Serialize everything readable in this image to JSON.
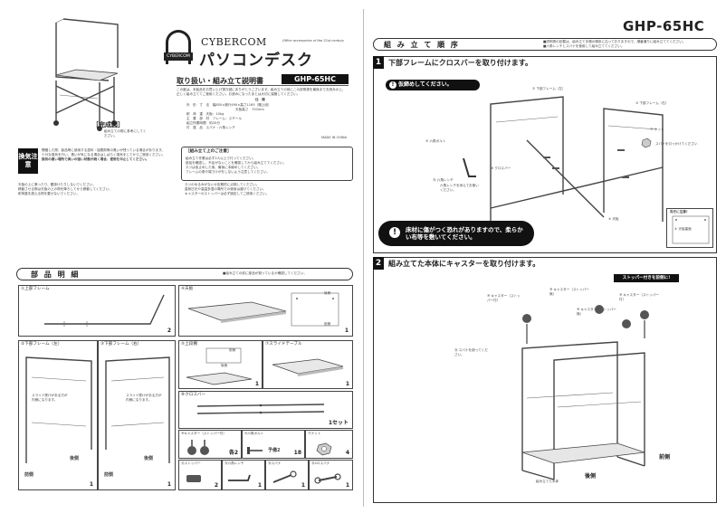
{
  "left": {
    "brand": "CYBERCOM",
    "brand_tag": "Office accessories of the 21st century",
    "logo_text": "CYBERCOM",
    "title": "パソコンデスク",
    "subtitle": "取り扱い・組み立て説明書",
    "model": "GHP-65HC",
    "intro_lines": [
      "この度は、本製品をお買い上げ頂き誠にありがとうございます。組み立ての前にこの説明書を最後までお読みの上、",
      "正しく組み立ててご使用ください。お読みになったあとは大切に保管してください。"
    ],
    "spec_heading": "仕　様",
    "spec_rows": [
      "外　形　寸　法　幅650×奥行490×高さ1165（棚上段）",
      "天板高さ　720mm",
      "耐　荷　重　天板：10kg",
      "主　要　部　材　フレーム：スチール",
      "組立所要時間　約20分",
      "付　属　品　スパナ・六角レンチ"
    ],
    "made_in": "MADE IN CHINA",
    "completed_label": "［完成図］",
    "completed_note": "組み立ての際に参考にしてください。",
    "warn_badge": "換気注意",
    "warn_lines": [
      "開梱した際、製品等に使用する塗料・接着剤等の臭いが残っている場合があります。",
      "十分な換気を行い、臭いが気になる場合はしばらく換気をしてからご使用ください。",
      "換気の悪い場所で臭いの強い状態が続く場合、使用を中止してください。"
    ],
    "notice_heading": "［組み立て上のご注意］",
    "notice_items": [
      "組み立て作業は必ず2人以上で行ってください。",
      "部品を確認し、不足がないことを確認してから組み立ててください。",
      "ネジは仮止めした後、最後に本締めしてください。",
      "フレームの角や端でけがをしないよう注意してください。"
    ],
    "caution_items": [
      "天板の上に乗ったり、腰掛けたりしないでください。",
      "移動させる際は天板の上の物を降ろしてから移動してください。",
      "耐荷重を超える物を載せないでください。",
      "ネジのゆるみがないか定期的に点検してください。",
      "直射日光や高温多湿の場所での使用は避けてください。",
      "キャスターのストッパーは必ず固定してご使用ください。"
    ],
    "parts_heading": "部 品 明 細",
    "parts_note": "■組み立ての前に部品が揃っているか確認してください。"
  },
  "parts": {
    "p1": {
      "no": "①",
      "label": "上部フレーム",
      "count": "2"
    },
    "p2": {
      "no": "②",
      "label": "下部フレーム（左）",
      "count": "1",
      "note": "スライド受けがある方が内側になります。",
      "front": "前側",
      "back": "後側"
    },
    "p3": {
      "no": "③",
      "label": "下部フレーム（右）",
      "count": "1",
      "note": "スライド受けがある方が内側になります。",
      "front": "前側",
      "back": "後側"
    },
    "p4": {
      "no": "④",
      "label": "天板",
      "count": "1",
      "front": "前側",
      "back": "後側"
    },
    "p5": {
      "no": "⑤",
      "label": "上段棚",
      "count": "1",
      "front": "前側",
      "back": "後側"
    },
    "p7": {
      "no": "⑦",
      "label": "スライドテーブル",
      "count": "1"
    },
    "p8": {
      "no": "⑧",
      "label": "クロスバー",
      "count": "1セット"
    },
    "p9": {
      "no": "⑨",
      "label": "キャスター（ストッパー付）",
      "count": "各2"
    },
    "p10": {
      "no": "⑩",
      "label": "六角ボルト",
      "spare": "予備2",
      "count": "18"
    },
    "p11": {
      "no": "⑪",
      "label": "ナット",
      "count": "4"
    },
    "p12": {
      "no": "⑫",
      "label": "ストッパー",
      "count": "2"
    },
    "p13": {
      "no": "⑬",
      "label": "六角レンチ",
      "count": "1"
    },
    "p14": {
      "no": "⑭",
      "label": "スパナ",
      "count": "1"
    },
    "p15": {
      "no": "⑮",
      "label": "2ロスパナ",
      "count": "1"
    }
  },
  "right": {
    "model": "GHP-65HC",
    "heading": "組 み 立 て 順 序",
    "heading_notes": [
      "■説明書の記載は、組み立て手順の順序に沿っておりますので、順番通りに組み立ててください。",
      "■六角レンチとスパナを使用して組み立ててください。"
    ],
    "step1_no": "1",
    "step1_title": "下部フレームにクロスバーを取り付けます。",
    "step1_tip": "仮締めしてください。",
    "step1_callouts": {
      "left_frame": "② 下部フレーム（左）",
      "right_frame": "③ 下部フレーム（右）",
      "crossbar": "⑧ クロスバー",
      "nut": "⑪ ナット",
      "nut_note": "スパナを引っかけてください",
      "bolt": "⑩ 六角ボルト",
      "wrench": "⑬ 六角レンチ",
      "wrench_note": "六角レンチを添えてお使いください。",
      "top": "④ 天板"
    },
    "step1_warn": "床材に傷がつく恐れがありますので、柔らかい布等を敷いてください。",
    "orient_title": "向きに注意!",
    "orient_label": "④ 天板裏面",
    "step2_no": "2",
    "step2_title": "組み立てた本体にキャスターを取り付けます。",
    "stopper_badge": "ストッパー付きを前側に!",
    "casters": [
      "⑨ キャスター（ストッパー付）",
      "⑨ キャスター（ストッパー無）",
      "⑨ キャスター（ストッパー無）",
      "⑨ キャスター（ストッパー付）"
    ],
    "spanner_note": "⑭ スパナを使ってください。",
    "body_label": "組み立てた本体",
    "step2_back": "後側",
    "step2_front": "前側"
  }
}
